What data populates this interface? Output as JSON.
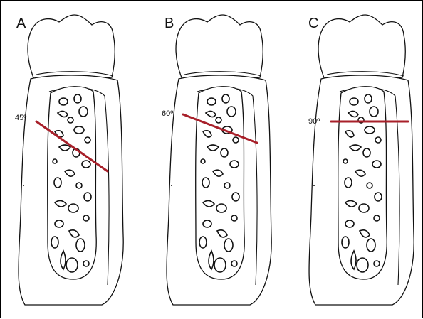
{
  "panels": [
    {
      "letter": "A",
      "angle_label": "45º",
      "angle_deg": 45
    },
    {
      "letter": "B",
      "angle_label": "60º",
      "angle_deg": 60
    },
    {
      "letter": "C",
      "angle_label": "90º",
      "angle_deg": 90
    }
  ],
  "colors": {
    "cut_line": "#a8202a",
    "outline": "#111111"
  }
}
